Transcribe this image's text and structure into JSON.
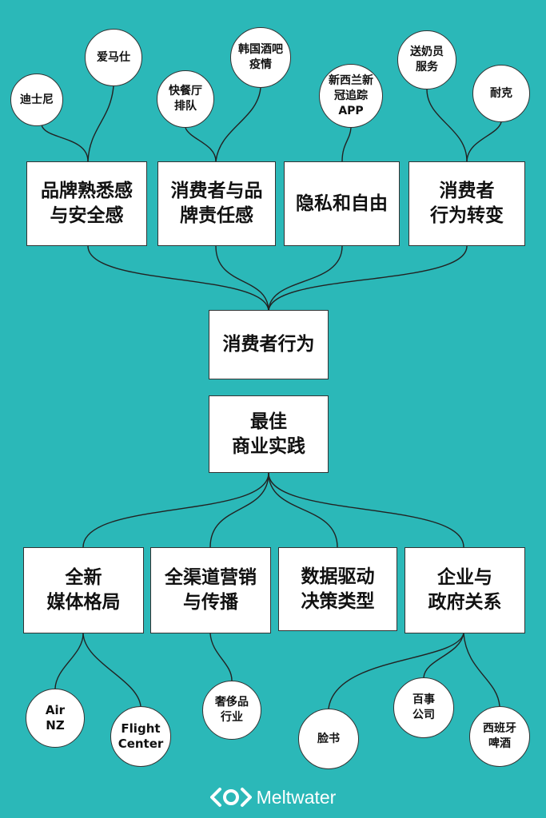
{
  "center": {
    "top": "消费者行为",
    "bottom": "最佳\n商业实践"
  },
  "upper_categories": [
    "品牌熟悉感\n与安全感",
    "消费者与品\n牌责任感",
    "隐私和自由",
    "消费者\n行为转变"
  ],
  "lower_categories": [
    "全新\n媒体格局",
    "全渠道营销\n与传播",
    "数据驱动\n决策类型",
    "企业与\n政府关系"
  ],
  "upper_examples": [
    [
      "迪士尼",
      "爱马仕"
    ],
    [
      "快餐厅\n排队",
      "韩国酒吧\n疫情"
    ],
    [
      "新西兰新\n冠追踪\nAPP"
    ],
    [
      "送奶员\n服务",
      "耐克"
    ]
  ],
  "lower_examples": [
    [
      "Air\nNZ",
      "Flight\nCenter"
    ],
    [
      "奢侈品\n行业"
    ],
    [],
    [
      "脸书",
      "百事\n公司",
      "西班牙\n啤酒"
    ]
  ],
  "brand": {
    "name": "Meltwater",
    "icon": "meltwater-logo-icon",
    "text_color": "#ffffff"
  },
  "colors": {
    "background": "#2bb8b8",
    "box_fill": "#ffffff",
    "line": "#222222"
  }
}
